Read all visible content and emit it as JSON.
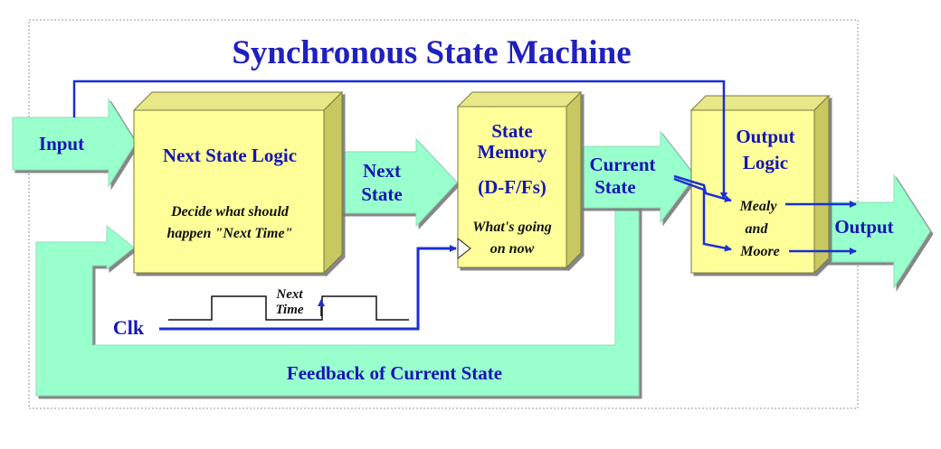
{
  "title": "Synchronous State Machine",
  "labels": {
    "input": "Input",
    "next_state_line1": "Next",
    "next_state_line2": "State",
    "current_state_line1": "Current",
    "current_state_line2": "State",
    "output": "Output",
    "clk": "Clk",
    "next_time_line1": "Next",
    "next_time_line2": "Time",
    "feedback": "Feedback of Current State"
  },
  "blocks": {
    "next_state_logic": {
      "title": "Next State Logic",
      "desc_line1": "Decide what should",
      "desc_line2": "happen \"Next Time\""
    },
    "state_memory": {
      "title_line1": "State",
      "title_line2": "Memory",
      "title_line3": "(D-F/Fs)",
      "desc_line1": "What's going",
      "desc_line2": "on now"
    },
    "output_logic": {
      "title_line1": "Output",
      "title_line2": "Logic",
      "mealy": "Mealy",
      "and": "and",
      "moore": "Moore"
    }
  },
  "colors": {
    "title_text": "#2020c0",
    "label_text": "#1515b5",
    "arrow_fill": "#99ffcc",
    "block_front": "#ffff99",
    "block_side": "#c8c860",
    "block_top": "#e8e888",
    "wire": "#1c2ed6"
  }
}
